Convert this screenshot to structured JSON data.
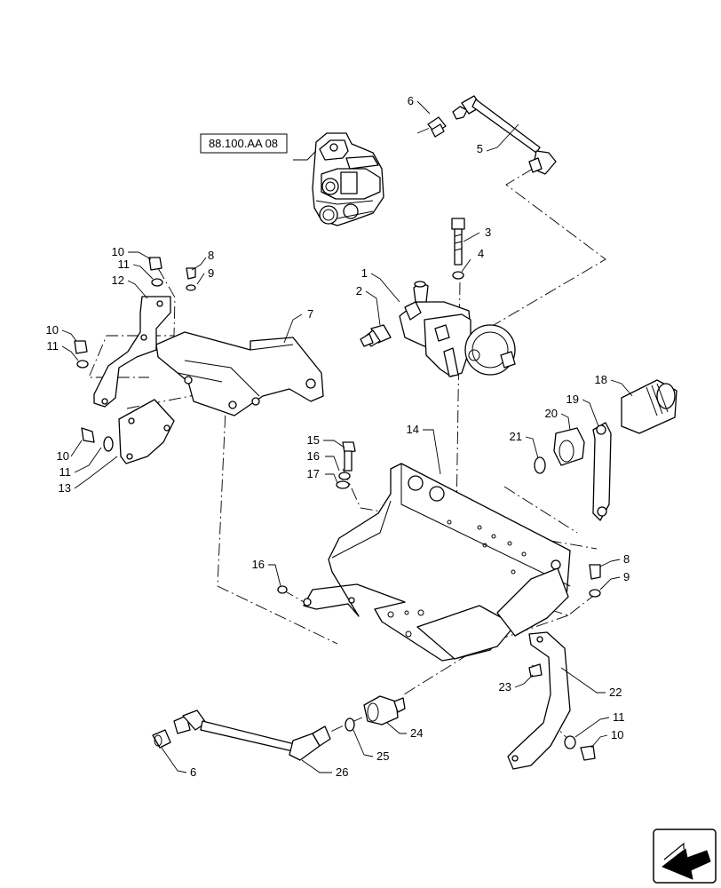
{
  "reference_box": "88.100.AA 08",
  "labels": {
    "p1": "1",
    "p2": "2",
    "p3": "3",
    "p4": "4",
    "p5": "5",
    "p6a": "6",
    "p6b": "6",
    "p7": "7",
    "p8a": "8",
    "p8b": "8",
    "p9a": "9",
    "p9b": "9",
    "p10a": "10",
    "p10b": "10",
    "p10c": "10",
    "p10d": "10",
    "p11a": "11",
    "p11b": "11",
    "p11c": "11",
    "p11d": "11",
    "p12": "12",
    "p13": "13",
    "p14": "14",
    "p15": "15",
    "p16a": "16",
    "p16b": "16",
    "p17": "17",
    "p18": "18",
    "p19": "19",
    "p20": "20",
    "p21": "21",
    "p22": "22",
    "p23": "23",
    "p24": "24",
    "p25": "25",
    "p26": "26"
  },
  "nav_icon": "next-page-arrow-icon"
}
